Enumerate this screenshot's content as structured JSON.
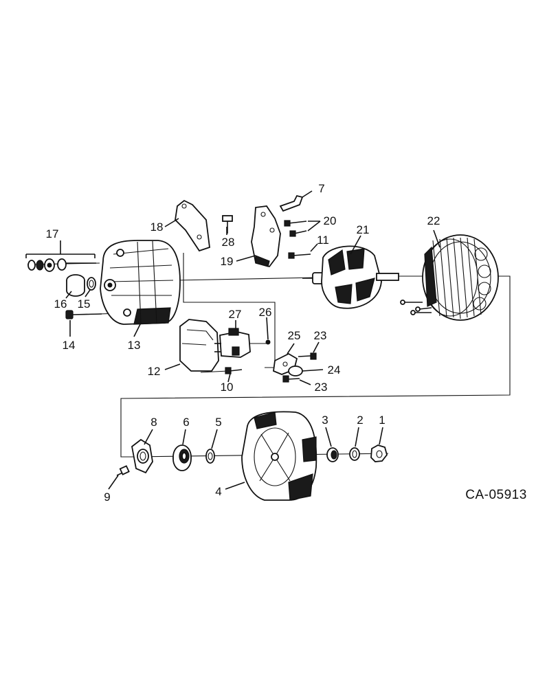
{
  "diagram": {
    "drawing_number": "CA-05913",
    "callouts": {
      "c1": "1",
      "c2": "2",
      "c3": "3",
      "c4": "4",
      "c5": "5",
      "c6": "6",
      "c7": "7",
      "c8": "8",
      "c9": "9",
      "c10": "10",
      "c11": "11",
      "c12": "12",
      "c13": "13",
      "c14": "14",
      "c15": "15",
      "c16": "16",
      "c17": "17",
      "c18": "18",
      "c19": "19",
      "c20": "20",
      "c21": "21",
      "c22": "22",
      "c23a": "23",
      "c23b": "23",
      "c24": "24",
      "c25": "25",
      "c26": "26",
      "c27": "27",
      "c28": "28"
    }
  }
}
